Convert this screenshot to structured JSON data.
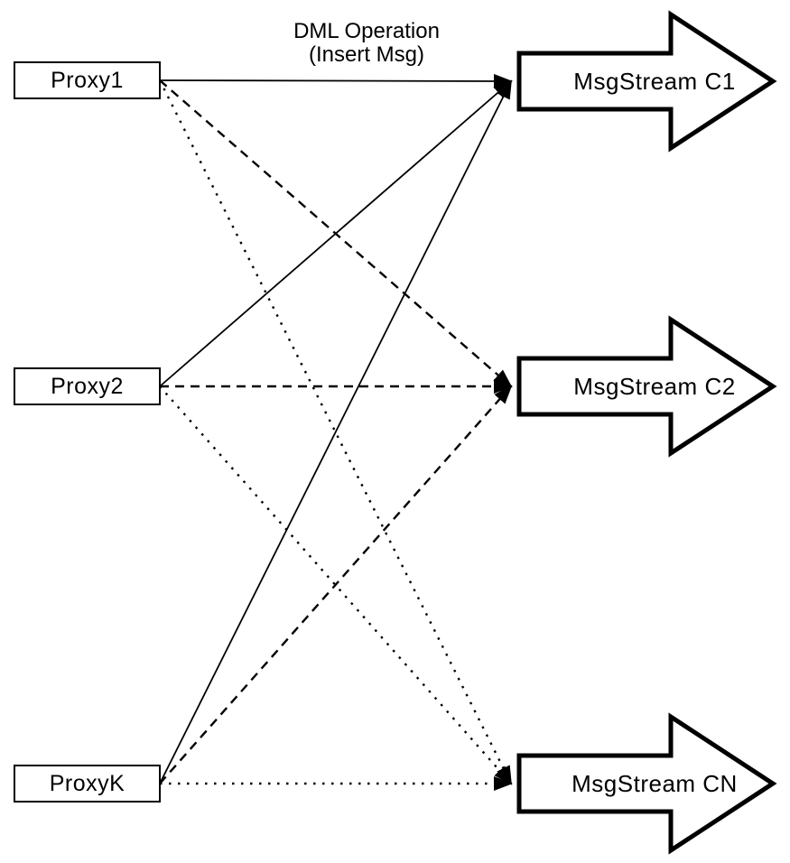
{
  "title": {
    "line1": "DML Operation",
    "line2": "(Insert Msg)"
  },
  "diagram": {
    "proxies": [
      {
        "id": "proxy1",
        "label": "Proxy1"
      },
      {
        "id": "proxy2",
        "label": "Proxy2"
      },
      {
        "id": "proxyk",
        "label": "ProxyK"
      }
    ],
    "streams": [
      {
        "id": "c1",
        "label": "MsgStream C1",
        "incoming_line_style": "solid"
      },
      {
        "id": "c2",
        "label": "MsgStream C2",
        "incoming_line_style": "dashed"
      },
      {
        "id": "cn",
        "label": "MsgStream CN",
        "incoming_line_style": "dotted"
      }
    ],
    "edges": [
      {
        "from": "proxy1",
        "to": "c1",
        "style": "solid"
      },
      {
        "from": "proxy2",
        "to": "c1",
        "style": "solid"
      },
      {
        "from": "proxyk",
        "to": "c1",
        "style": "solid"
      },
      {
        "from": "proxy1",
        "to": "c2",
        "style": "dashed"
      },
      {
        "from": "proxy2",
        "to": "c2",
        "style": "dashed"
      },
      {
        "from": "proxyk",
        "to": "c2",
        "style": "dashed"
      },
      {
        "from": "proxy1",
        "to": "cn",
        "style": "dotted"
      },
      {
        "from": "proxy2",
        "to": "cn",
        "style": "dotted"
      },
      {
        "from": "proxyk",
        "to": "cn",
        "style": "dotted"
      }
    ],
    "colors": {
      "outline": "#000000",
      "fill": "#ffffff",
      "background": "#ffffff",
      "text": "#000000"
    }
  }
}
